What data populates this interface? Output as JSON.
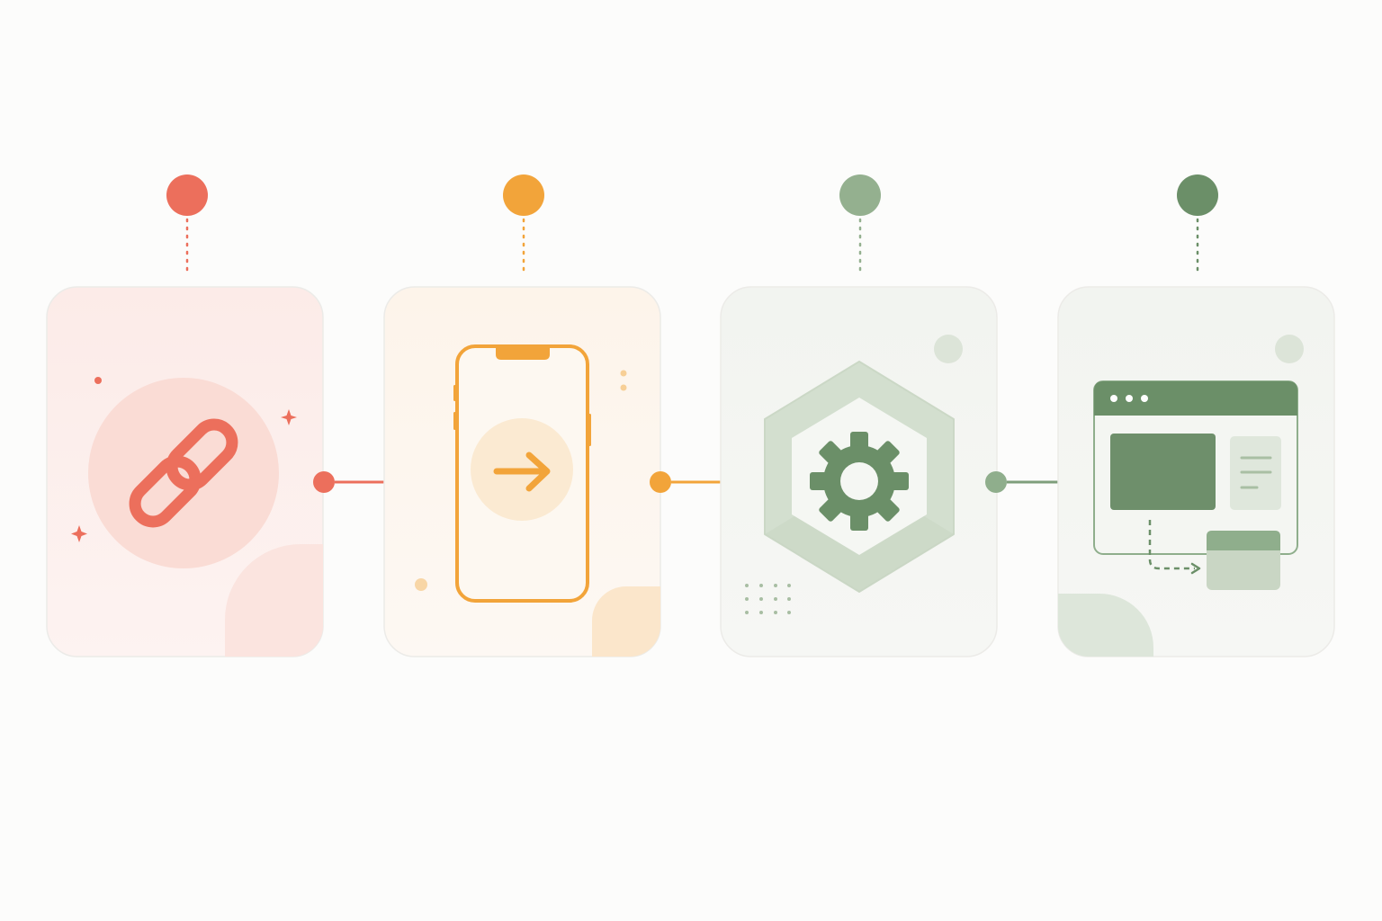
{
  "diagram": {
    "steps": [
      {
        "name": "link",
        "icon": "link-icon",
        "color": "#ec6f5c",
        "bg": "#fce8e5",
        "soft": "#fad8d1"
      },
      {
        "name": "mobile-redirect",
        "icon": "phone-arrow-icon",
        "color": "#f2a43a",
        "bg": "#fdf3e8",
        "soft": "#fbe6cb"
      },
      {
        "name": "processing",
        "icon": "gear-icon",
        "color": "#8fae8c",
        "bg": "#f1f3ef",
        "soft": "#dbe5d8"
      },
      {
        "name": "app-screen",
        "icon": "browser-window-icon",
        "color": "#6b8f68",
        "bg": "#f1f3ef",
        "soft": "#dbe5d8"
      }
    ],
    "connectors": [
      {
        "from": "link",
        "to": "mobile-redirect",
        "color": "#ec6f5c"
      },
      {
        "from": "mobile-redirect",
        "to": "processing",
        "color": "#f2a43a"
      },
      {
        "from": "processing",
        "to": "app-screen",
        "color": "#8fae8c"
      }
    ]
  }
}
